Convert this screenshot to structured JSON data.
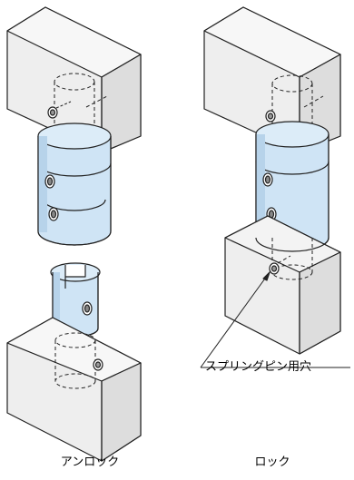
{
  "labels": {
    "unlock": "アンロック",
    "lock": "ロック",
    "spring_pin_hole": "スプリングピン用穴"
  },
  "colors": {
    "block_face": "#eeeeee",
    "block_top": "#f6f6f6",
    "block_side": "#dcdcdc",
    "part_fill": "#cfe4f5",
    "part_shade": "#b7d3ea",
    "stroke": "#222222"
  }
}
